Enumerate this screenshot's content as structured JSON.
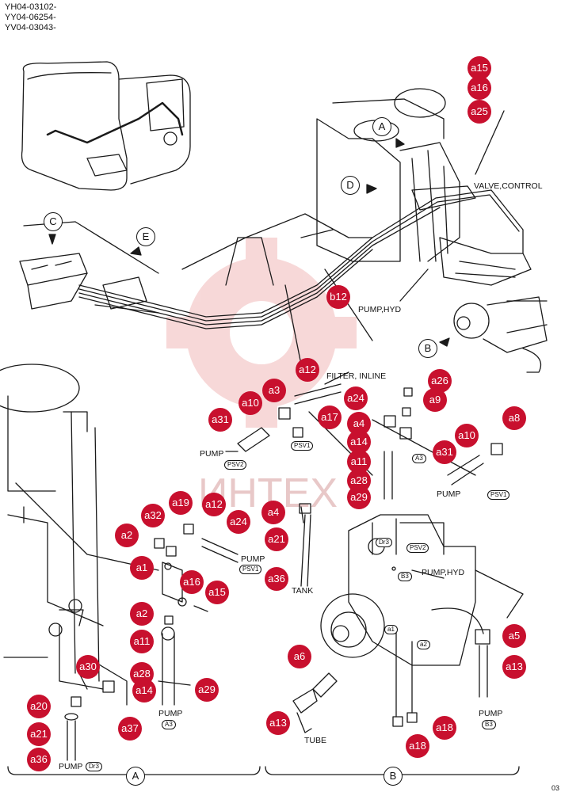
{
  "header_lines": [
    "YH04-03102-",
    "YY04-06254-",
    "YV04-03043-"
  ],
  "watermark": "ИНТЕХ",
  "colors": {
    "callout": "#c8102e",
    "line": "#1a1a1a",
    "watermark": "#f4c9c9"
  },
  "view_letters": [
    "A",
    "B",
    "C",
    "D",
    "E"
  ],
  "labels": {
    "valve_control": "VALVE,CONTROL",
    "pump_hyd_top": "PUMP,HYD",
    "filter_inline": "FILTER, INLINE",
    "pump_left": "PUMP",
    "pump_mid": "PUMP",
    "pump_right": "PUMP",
    "pump_a3": "PUMP",
    "pump_dr3": "PUMP",
    "pump_b3": "PUMP",
    "tank": "TANK",
    "tube": "TUBE",
    "pump_hyd_lower": "PUMP,HYD"
  },
  "ovals": {
    "psv2_left": "PSV2",
    "psv1_filter": "PSV1",
    "psv1_mid": "PSV1",
    "psv1_right": "PSV1",
    "a3_right": "A3",
    "a3_pump": "A3",
    "dr3_pump": "Dr3",
    "dr3_right": "Dr3",
    "psv2_right": "PSV2",
    "b3_mid": "B3",
    "b3_pump": "B3",
    "a1_port": "a1",
    "a2_port": "a2"
  },
  "callouts": [
    "a15",
    "a16",
    "a25",
    "b12",
    "a26",
    "a9",
    "a8",
    "a12",
    "a3",
    "a10",
    "a24",
    "a31",
    "a17",
    "a4",
    "a14",
    "a11",
    "a28",
    "a29",
    "a10",
    "a31",
    "a32",
    "a19",
    "a12",
    "a24",
    "a2",
    "a1",
    "a4",
    "a21",
    "a36",
    "a16",
    "a15",
    "a2",
    "a11",
    "a28",
    "a30",
    "a14",
    "a29",
    "a20",
    "a37",
    "a21",
    "a36",
    "a6",
    "a13",
    "a5",
    "a13",
    "a18",
    "a18"
  ],
  "section_labels": [
    "A",
    "B"
  ],
  "page_number": "03"
}
